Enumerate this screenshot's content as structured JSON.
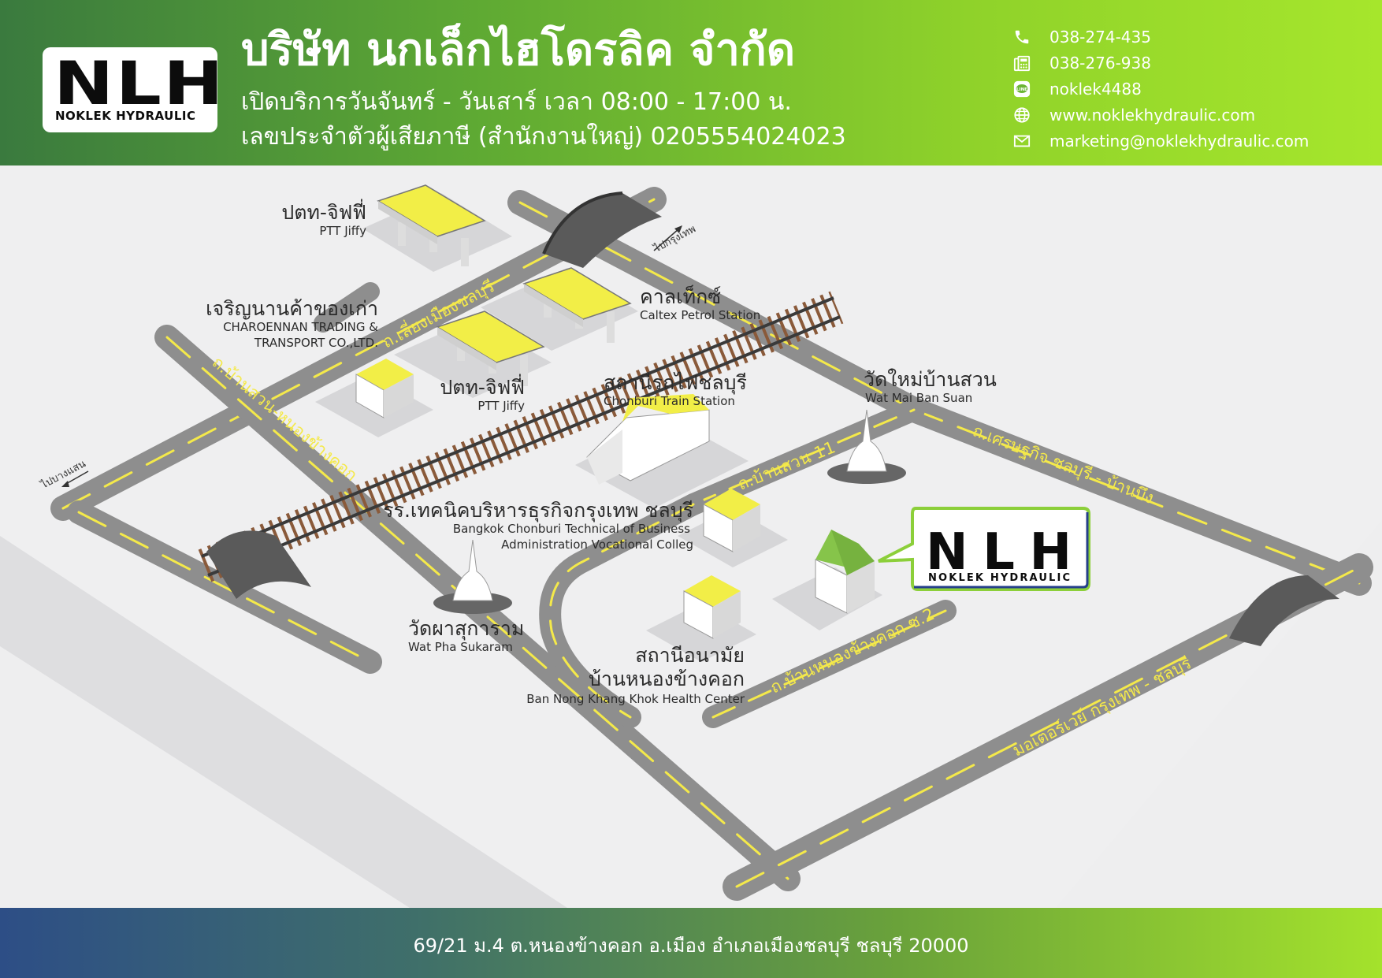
{
  "header": {
    "logo_text": "NLH",
    "logo_subtext": "NOKLEK HYDRAULIC",
    "company_name": "บริษัท นกเล็กไฮโดรลิค จำกัด",
    "hours": "เปิดบริการวันจันทร์ - วันเสาร์ เวลา 08:00 - 17:00 น.",
    "tax_id": "เลขประจำตัวผู้เสียภาษี (สำนักงานใหญ่) 0205554024023"
  },
  "contacts": {
    "phone": "038-274-435",
    "fax": "038-276-938",
    "line": "noklek4488",
    "website": "www.noklekhydraulic.com",
    "email": "marketing@noklekhydraulic.com"
  },
  "map": {
    "landmarks": {
      "ptt_top_th": "ปตท-จิฟฟี่",
      "ptt_top_en": "PTT Jiffy",
      "charoennan_th": "เจริญนานค้าของเก่า",
      "charoennan_en1": "CHAROENNAN TRADING &",
      "charoennan_en2": "TRANSPORT CO.,LTD.",
      "caltex_th": "คาลเท็กซ์",
      "caltex_en": "Caltex Petrol Station",
      "ptt_mid_th": "ปตท-จิฟฟี่",
      "ptt_mid_en": "PTT Jiffy",
      "station_th": "สถานีรถไฟชลบุรี",
      "station_en": "Chonburi Train Station",
      "watmai_th": "วัดใหม่บ้านสวน",
      "watmai_en": "Wat Mai Ban Suan",
      "college_th": "รร.เทคนิคบริหารธุรกิจกรุงเทพ ชลบุรี",
      "college_en1": "Bangkok Chonburi Technical of Business",
      "college_en2": "Administration Vocational Colleg",
      "watpha_th": "วัดผาสุการาม",
      "watpha_en": "Wat Pha Sukaram",
      "health_th1": "สถานีอนามัย",
      "health_th2": "บ้านหนองข้างคอก",
      "health_en": "Ban Nong Khang Khok Health Center",
      "nlh_marker": "NLH",
      "nlh_marker_sub": "NOKLEK HYDRAULIC"
    },
    "roads": {
      "r_lieng": "ถ.เลี่ยงเมืองชลบุรี",
      "r_bansuan": "ถ.บ้านสวน-หนองข้างคอก",
      "r_bansuan11": "ถ.บ้านสวน 11",
      "r_sethakit": "ถ.เศรษฐกิจ ชลบุรี - บ้านบึง",
      "r_soi2": "ถ.บ้านหนองข้างคอก ซ.2",
      "r_motorway": "มอเตอร์เวย์ กรุงเทพ - ชลบุรี"
    },
    "directions": {
      "to_bangkok": "ไปกรุงเทพ",
      "to_bangsaen": "ไปบางแสน"
    }
  },
  "footer": {
    "address": "69/21 ม.4 ต.หนองข้างคอก อ.เมือง อำเภอเมืองชลบุรี ชลบุรี 20000"
  },
  "colors": {
    "road": "#8e8e8e",
    "road_line": "#f4e94a",
    "building_roof": "#f2ee47",
    "nlh_roof": "#86c44a"
  }
}
